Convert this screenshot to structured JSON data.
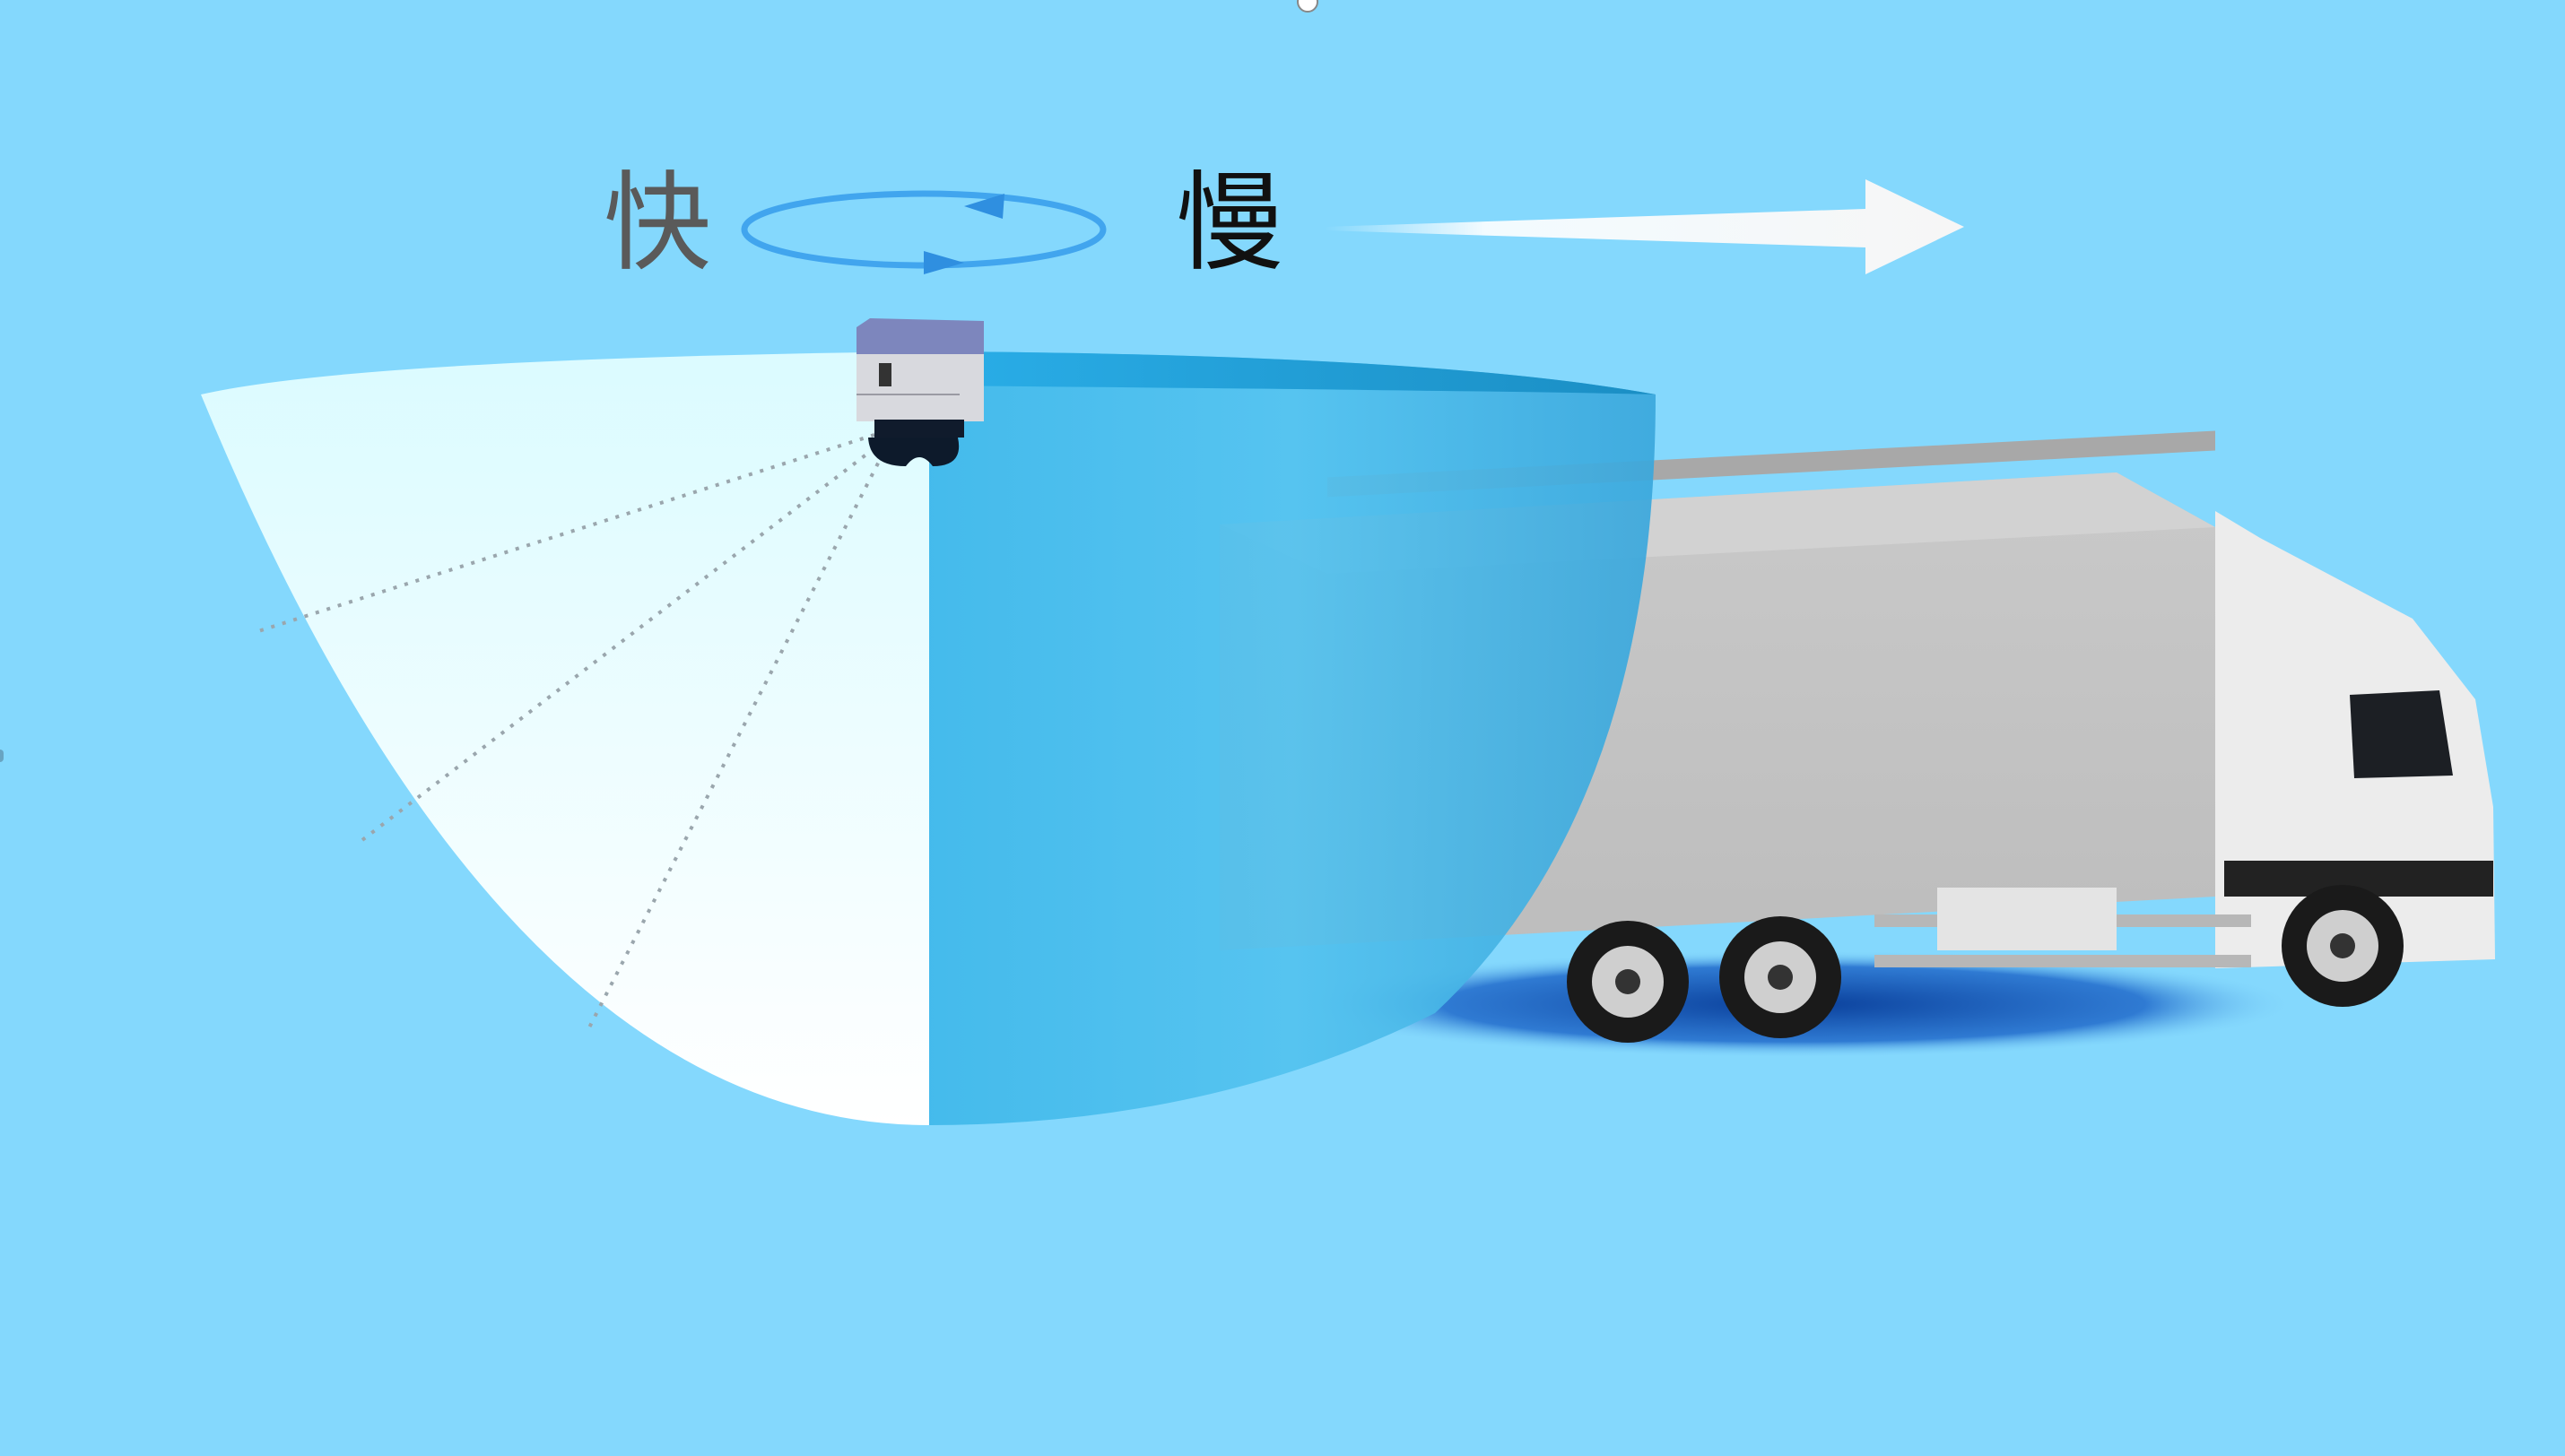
{
  "slide": {
    "background_color": "#84d8fd",
    "labels": {
      "fast": "快",
      "slow": "慢"
    },
    "icons": {
      "rotation": "rotate-cycle-icon",
      "direction": "right-arrow-icon",
      "camera": "ptz-dome-camera",
      "vehicle": "box-truck",
      "selection_handle": "rotation-handle"
    },
    "colors": {
      "fast_label": "#5a5a5a",
      "slow_label": "#111111",
      "rotation_arrow": "#3aa0ec",
      "direction_arrow": "#f7f7f7",
      "fov_left": "#e8fdff",
      "fov_right": "#2aaae6",
      "truck_body": "#c8c8c8",
      "camera_top": "#7d86bd"
    }
  }
}
